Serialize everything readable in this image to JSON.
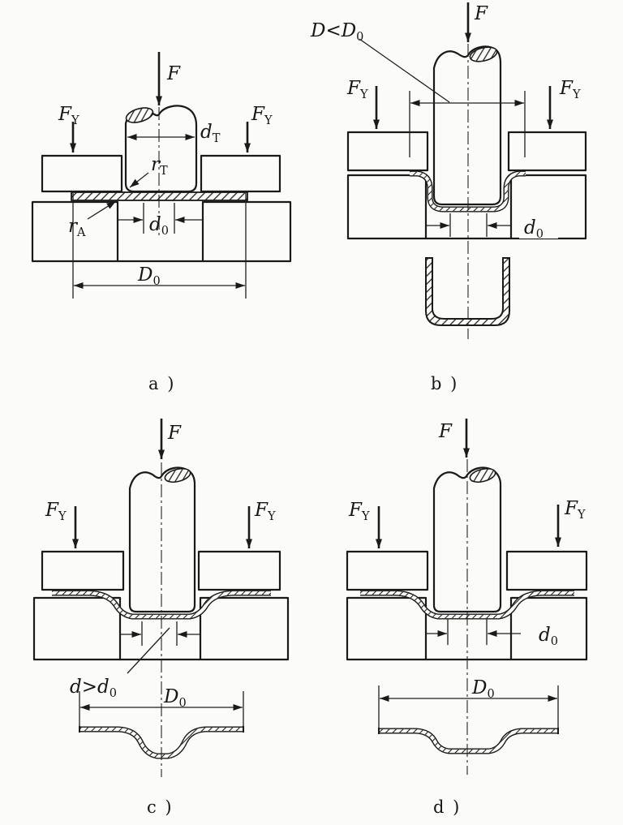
{
  "page": {
    "background": "#fbfbf9",
    "line_color": "#1a1a1a"
  },
  "panels": [
    {
      "id": "a",
      "caption": "a )",
      "labels": {
        "force": "F",
        "holder_force_left": {
          "base": "F",
          "sub": "Y"
        },
        "holder_force_right": {
          "base": "F",
          "sub": "Y"
        },
        "punch_diameter": {
          "base": "d",
          "sub": "T"
        },
        "punch_corner_radius": {
          "base": "r",
          "sub": "T"
        },
        "die_corner_radius": {
          "base": "r",
          "sub": "A"
        },
        "die_opening": {
          "base": "d",
          "sub": "0"
        },
        "blank_diameter": {
          "base": "D",
          "sub": "0"
        }
      }
    },
    {
      "id": "b",
      "caption": "b )",
      "labels": {
        "force": "F",
        "flange_diameter_note": {
          "base": "D<D",
          "sub": "0"
        },
        "holder_force_left": {
          "base": "F",
          "sub": "Y"
        },
        "holder_force_right": {
          "base": "F",
          "sub": "Y"
        },
        "die_opening": {
          "base": "d",
          "sub": "0"
        }
      }
    },
    {
      "id": "c",
      "caption": "c )",
      "labels": {
        "force": "F",
        "holder_force_left": {
          "base": "F",
          "sub": "Y"
        },
        "holder_force_right": {
          "base": "F",
          "sub": "Y"
        },
        "opening_note": {
          "base": "d>d",
          "sub": "0"
        },
        "blank_diameter": {
          "base": "D",
          "sub": "0"
        }
      }
    },
    {
      "id": "d",
      "caption": "d )",
      "labels": {
        "force": "F",
        "holder_force_left": {
          "base": "F",
          "sub": "Y"
        },
        "holder_force_right": {
          "base": "F",
          "sub": "Y"
        },
        "die_opening": {
          "base": "d",
          "sub": "0"
        },
        "blank_diameter": {
          "base": "D",
          "sub": "0"
        }
      }
    }
  ]
}
